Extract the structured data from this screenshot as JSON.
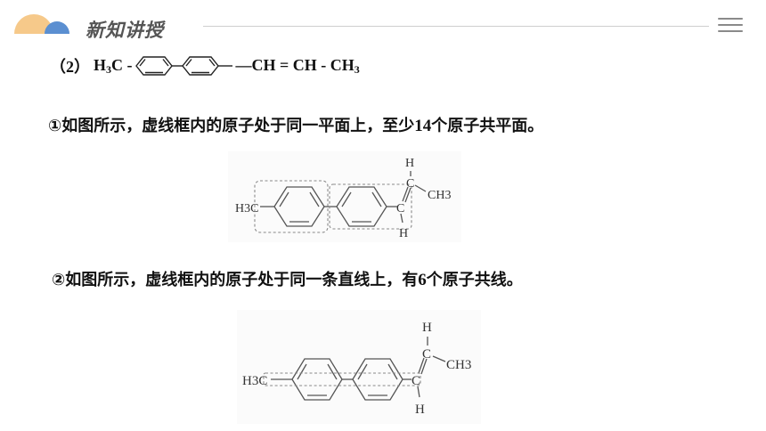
{
  "header": {
    "title": "新知讲授",
    "colors": {
      "accent_orange": "#f6c98a",
      "accent_blue": "#5b8fd1",
      "rule": "#cfcfcf"
    }
  },
  "formula": {
    "index": "（2）",
    "methyl_h": "H",
    "methyl_sub": "3",
    "methyl_c": "C -",
    "chain_head": "—CH = CH - CH",
    "chain_sub": "3"
  },
  "statements": {
    "first": {
      "pre": "①如图所示，虚线框内的原子处于同一平面上，至少",
      "number": "14",
      "post": "个原子共平面。"
    },
    "second": {
      "pre": "②如图所示，虚线框内的原子处于同一条直线上，有",
      "number": "6",
      "post": "个原子共线。"
    }
  },
  "diagram1": {
    "methyl": "H3C",
    "top_h": "H",
    "bottom_h": "H",
    "c_upper": "C",
    "c_lower": "C",
    "side_group": "CH3"
  },
  "diagram2": {
    "methyl": "H3C",
    "top_h": "H",
    "bottom_h": "H",
    "c_upper": "C",
    "c_lower": "C",
    "side_group": "CH3"
  }
}
